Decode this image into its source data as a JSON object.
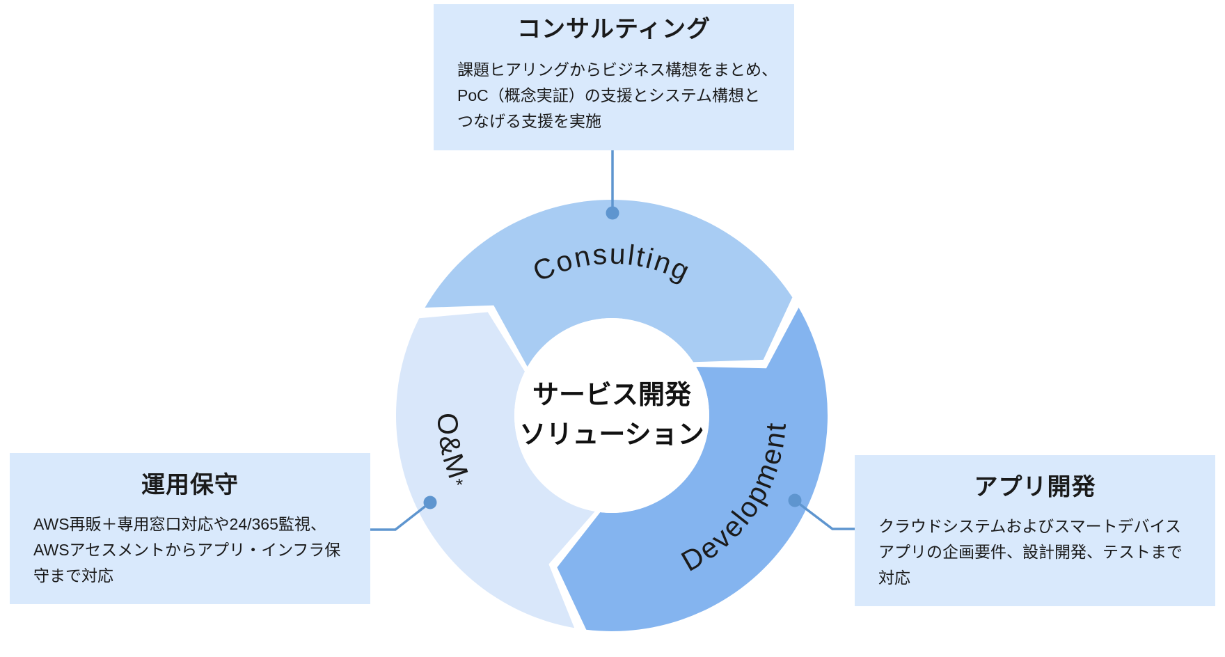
{
  "diagram": {
    "center": {
      "line1": "サービス開発",
      "line2": "ソリューション"
    },
    "segments": [
      {
        "id": "consulting",
        "label": "Consulting",
        "color": "#a8ccf3"
      },
      {
        "id": "development",
        "label": "Development",
        "color": "#84b4ef"
      },
      {
        "id": "om",
        "label": "O&M",
        "suffix": "*",
        "color": "#d9e7fa"
      }
    ],
    "colors": {
      "connector": "#5e95cf",
      "box_background": "#d9e9fc",
      "inner_circle": "#ffffff",
      "label_text": "#1b1b1b"
    },
    "boxes": {
      "consulting": {
        "title": "コンサルティング",
        "lines": [
          "課題ヒアリングからビジネス構想をまとめ、",
          "PoC（概念実証）の支援とシステム構想と",
          "つなげる支援を実施"
        ]
      },
      "om": {
        "title": "運用保守",
        "lines": [
          "AWS再販＋専用窓口対応や24/365監視、",
          "AWSアセスメントからアプリ・インフラ保",
          "守まで対応"
        ]
      },
      "development": {
        "title": "アプリ開発",
        "lines": [
          "クラウドシステムおよびスマートデバイス",
          "アプリの企画要件、設計開発、テストまで",
          "対応"
        ]
      }
    }
  }
}
